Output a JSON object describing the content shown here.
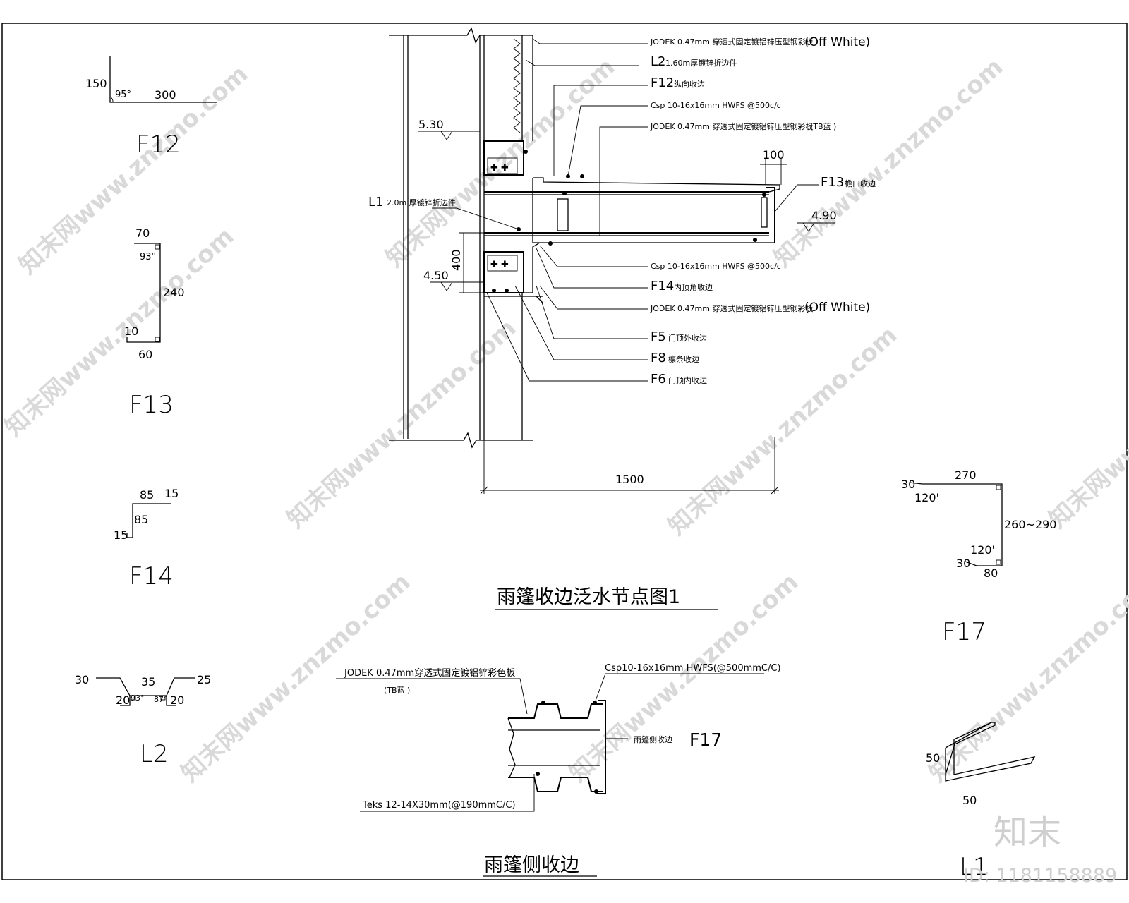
{
  "details": {
    "F12": {
      "label": "F12",
      "dims": [
        "150",
        "300"
      ],
      "angle": "95°"
    },
    "F13": {
      "label": "F13",
      "dims": [
        "70",
        "240",
        "10",
        "60"
      ],
      "angle": "93°"
    },
    "F14": {
      "label": "F14",
      "dims": [
        "85",
        "15",
        "85",
        "15"
      ]
    },
    "L2": {
      "label": "L2",
      "dims": [
        "30",
        "35",
        "25",
        "20",
        "20"
      ],
      "angles": [
        "93°",
        "87°"
      ]
    },
    "F17": {
      "label": "F17",
      "dims": [
        "270",
        "260~290",
        "80",
        "30",
        "30"
      ],
      "angles": [
        "120'",
        "120'"
      ]
    },
    "L1": {
      "label": "L1",
      "dims": [
        "50",
        "50"
      ]
    }
  },
  "main_section": {
    "title": "雨篷收边泛水节点图1",
    "levels": [
      "5.30",
      "4.90",
      "4.50"
    ],
    "dims": {
      "width": "1500",
      "height": "400",
      "lip": "100"
    },
    "callouts": [
      {
        "code": "",
        "text": "JODEK 0.47mm 穿透式固定镀铝锌压型钢彩板",
        "note": "(Off White)"
      },
      {
        "code": "L2",
        "text": "1.60m厚镀锌折边件",
        "note": ""
      },
      {
        "code": "F12",
        "text": "纵向收边",
        "note": ""
      },
      {
        "code": "",
        "text": "Csp 10-16x16mm HWFS @500c/c",
        "note": ""
      },
      {
        "code": "",
        "text": "JODEK 0.47mm 穿透式固定镀铝锌压型钢彩板",
        "note": "(TB蓝   )"
      },
      {
        "code": "F13",
        "text": "檐口收边",
        "note": ""
      },
      {
        "code": "L1",
        "text": "2.0m 厚镀锌折边件",
        "note": ""
      },
      {
        "code": "",
        "text": "Csp 10-16x16mm HWFS @500c/c",
        "note": ""
      },
      {
        "code": "F14",
        "text": "内顶角收边",
        "note": ""
      },
      {
        "code": "",
        "text": "JODEK 0.47mm 穿透式固定镀铝锌压型钢彩板",
        "note": "(Off White)"
      },
      {
        "code": "F5",
        "text": "门顶外收边",
        "note": ""
      },
      {
        "code": "F8",
        "text": "檩条收边",
        "note": ""
      },
      {
        "code": "F6",
        "text": "门顶内收边",
        "note": ""
      }
    ]
  },
  "side_section": {
    "title": "雨篷侧收边",
    "callout_panel": "JODEK 0.47mm穿透式固定镀铝锌彩色板",
    "callout_panel_note": "(TB蓝   )",
    "callout_screw": "Csp10-16x16mm HWFS(@500mmC/C)",
    "callout_flash": "雨篷侧收边",
    "callout_flash_code": "F17",
    "callout_teks": "Teks 12-14X30mm(@190mmC/C)"
  },
  "watermark": {
    "text": "知末网www.znzmo.com",
    "logo": "知末",
    "id": "ID: 1181158889"
  }
}
